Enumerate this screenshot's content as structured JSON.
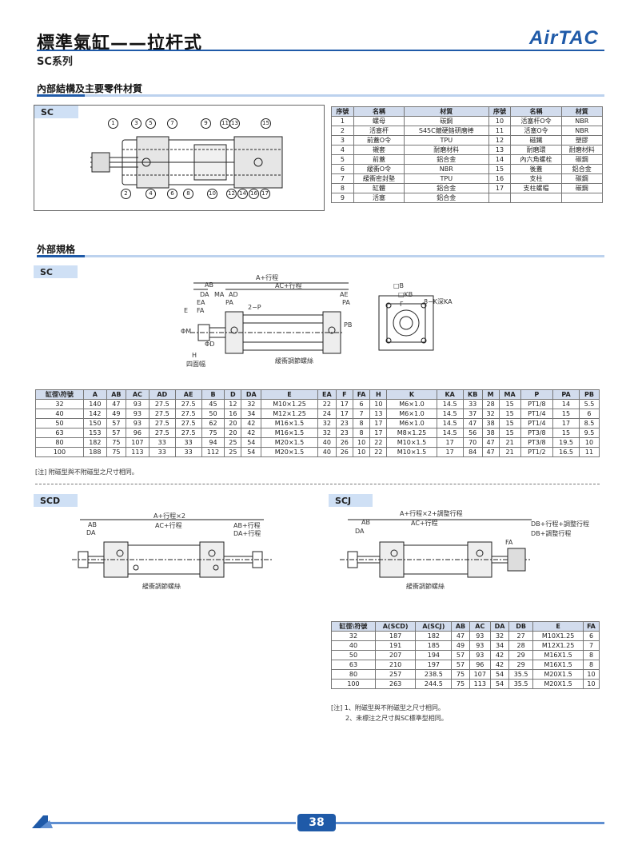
{
  "header": {
    "title": "標準氣缸——拉杆式",
    "series": "SC系列",
    "logo": "AirTAC"
  },
  "internal": {
    "heading": "內部結構及主要零件材質",
    "tag": "SC",
    "callouts_top": [
      "1",
      "3",
      "5",
      "7",
      "9",
      "11",
      "13",
      "15"
    ],
    "callouts_bottom": [
      "2",
      "4",
      "6",
      "8",
      "10",
      "12",
      "14",
      "16",
      "17"
    ],
    "parts_headers": [
      "序號",
      "名稱",
      "材質",
      "序號",
      "名稱",
      "材質"
    ],
    "parts_rows": [
      [
        "1",
        "螺母",
        "碳鋼",
        "10",
        "活塞杆O令",
        "NBR"
      ],
      [
        "2",
        "活塞杆",
        "S45C鍍硬鉻研磨棒",
        "11",
        "活塞O令",
        "NBR"
      ],
      [
        "3",
        "前蓋O令",
        "TPU",
        "12",
        "磁鐵",
        "塑膠"
      ],
      [
        "4",
        "襯套",
        "耐磨材料",
        "13",
        "耐磨環",
        "耐磨材料"
      ],
      [
        "5",
        "前蓋",
        "鋁合金",
        "14",
        "內六角螺栓",
        "碳鋼"
      ],
      [
        "6",
        "緩衝O令",
        "NBR",
        "15",
        "後蓋",
        "鋁合金"
      ],
      [
        "7",
        "緩衝密封墊",
        "TPU",
        "16",
        "支柱",
        "碳鋼"
      ],
      [
        "8",
        "缸體",
        "鋁合金",
        "17",
        "支柱螺帽",
        "碳鋼"
      ],
      [
        "9",
        "活塞",
        "鋁合金",
        "",
        "",
        ""
      ]
    ]
  },
  "external": {
    "heading": "外部規格",
    "tag": "SC",
    "labels": {
      "a_stroke": "A+行程",
      "ab": "AB",
      "ac_stroke": "AC+行程",
      "da": "DA",
      "ma": "MA",
      "ad": "AD",
      "ae": "AE",
      "ea": "EA",
      "fa": "FA",
      "pa": "PA",
      "e": "E",
      "f": "F",
      "p2": "2−P",
      "phi_m": "ΦM",
      "phi_d": "ΦD",
      "h": "H",
      "four_flat": "四面幅",
      "cushion": "緩衝調節螺絲",
      "b": "□B",
      "kb": "□KB",
      "k": "8−K深KA",
      "pb": "PB"
    },
    "headers": [
      "缸徑\\符號",
      "A",
      "AB",
      "AC",
      "AD",
      "AE",
      "B",
      "D",
      "DA",
      "E",
      "EA",
      "F",
      "FA",
      "H",
      "K",
      "KA",
      "KB",
      "M",
      "MA",
      "P",
      "PA",
      "PB"
    ],
    "rows": [
      [
        "32",
        "140",
        "47",
        "93",
        "27.5",
        "27.5",
        "45",
        "12",
        "32",
        "M10×1.25",
        "22",
        "17",
        "6",
        "10",
        "M6×1.0",
        "14.5",
        "33",
        "28",
        "15",
        "PT1/8",
        "14",
        "5.5"
      ],
      [
        "40",
        "142",
        "49",
        "93",
        "27.5",
        "27.5",
        "50",
        "16",
        "34",
        "M12×1.25",
        "24",
        "17",
        "7",
        "13",
        "M6×1.0",
        "14.5",
        "37",
        "32",
        "15",
        "PT1/4",
        "15",
        "6"
      ],
      [
        "50",
        "150",
        "57",
        "93",
        "27.5",
        "27.5",
        "62",
        "20",
        "42",
        "M16×1.5",
        "32",
        "23",
        "8",
        "17",
        "M6×1.0",
        "14.5",
        "47",
        "38",
        "15",
        "PT1/4",
        "17",
        "8.5"
      ],
      [
        "63",
        "153",
        "57",
        "96",
        "27.5",
        "27.5",
        "75",
        "20",
        "42",
        "M16×1.5",
        "32",
        "23",
        "8",
        "17",
        "M8×1.25",
        "14.5",
        "56",
        "38",
        "15",
        "PT3/8",
        "15",
        "9.5"
      ],
      [
        "80",
        "182",
        "75",
        "107",
        "33",
        "33",
        "94",
        "25",
        "54",
        "M20×1.5",
        "40",
        "26",
        "10",
        "22",
        "M10×1.5",
        "17",
        "70",
        "47",
        "21",
        "PT3/8",
        "19.5",
        "10"
      ],
      [
        "100",
        "188",
        "75",
        "113",
        "33",
        "33",
        "112",
        "25",
        "54",
        "M20×1.5",
        "40",
        "26",
        "10",
        "22",
        "M10×1.5",
        "17",
        "84",
        "47",
        "21",
        "PT1/2",
        "16.5",
        "11"
      ]
    ],
    "note": "[注] 附磁型與不附磁型之尺寸相同。"
  },
  "scd": {
    "tag": "SCD",
    "labels": {
      "a": "A+行程×2",
      "ab": "AB",
      "ac": "AC+行程",
      "da": "DA",
      "ab2": "AB+行程",
      "da2": "DA+行程",
      "cushion": "緩衝調節螺絲"
    }
  },
  "scj": {
    "tag": "SCJ",
    "labels": {
      "a": "A+行程×2+調整行程",
      "ab": "AB",
      "ac": "AC+行程",
      "da": "DA",
      "db1": "DB+行程+調整行程",
      "db2": "DB+調整行程",
      "fa": "FA",
      "cushion": "緩衝調節螺絲"
    }
  },
  "table2": {
    "headers": [
      "缸徑\\符號",
      "A(SCD)",
      "A(SCJ)",
      "AB",
      "AC",
      "DA",
      "DB",
      "E",
      "FA"
    ],
    "rows": [
      [
        "32",
        "187",
        "182",
        "47",
        "93",
        "32",
        "27",
        "M10X1.25",
        "6"
      ],
      [
        "40",
        "191",
        "185",
        "49",
        "93",
        "34",
        "28",
        "M12X1.25",
        "7"
      ],
      [
        "50",
        "207",
        "194",
        "57",
        "93",
        "42",
        "29",
        "M16X1.5",
        "8"
      ],
      [
        "63",
        "210",
        "197",
        "57",
        "96",
        "42",
        "29",
        "M16X1.5",
        "8"
      ],
      [
        "80",
        "257",
        "238.5",
        "75",
        "107",
        "54",
        "35.5",
        "M20X1.5",
        "10"
      ],
      [
        "100",
        "263",
        "244.5",
        "75",
        "113",
        "54",
        "35.5",
        "M20X1.5",
        "10"
      ]
    ],
    "note1": "[注] 1、附磁型與不附磁型之尺寸相同。",
    "note2": "2、未標注之尺寸與SC標準型相同。"
  },
  "footer": {
    "page": "38"
  },
  "colors": {
    "brand": "#1f5aa8",
    "header_fill": "#d2dced",
    "tag_fill": "#cfe0f5"
  }
}
